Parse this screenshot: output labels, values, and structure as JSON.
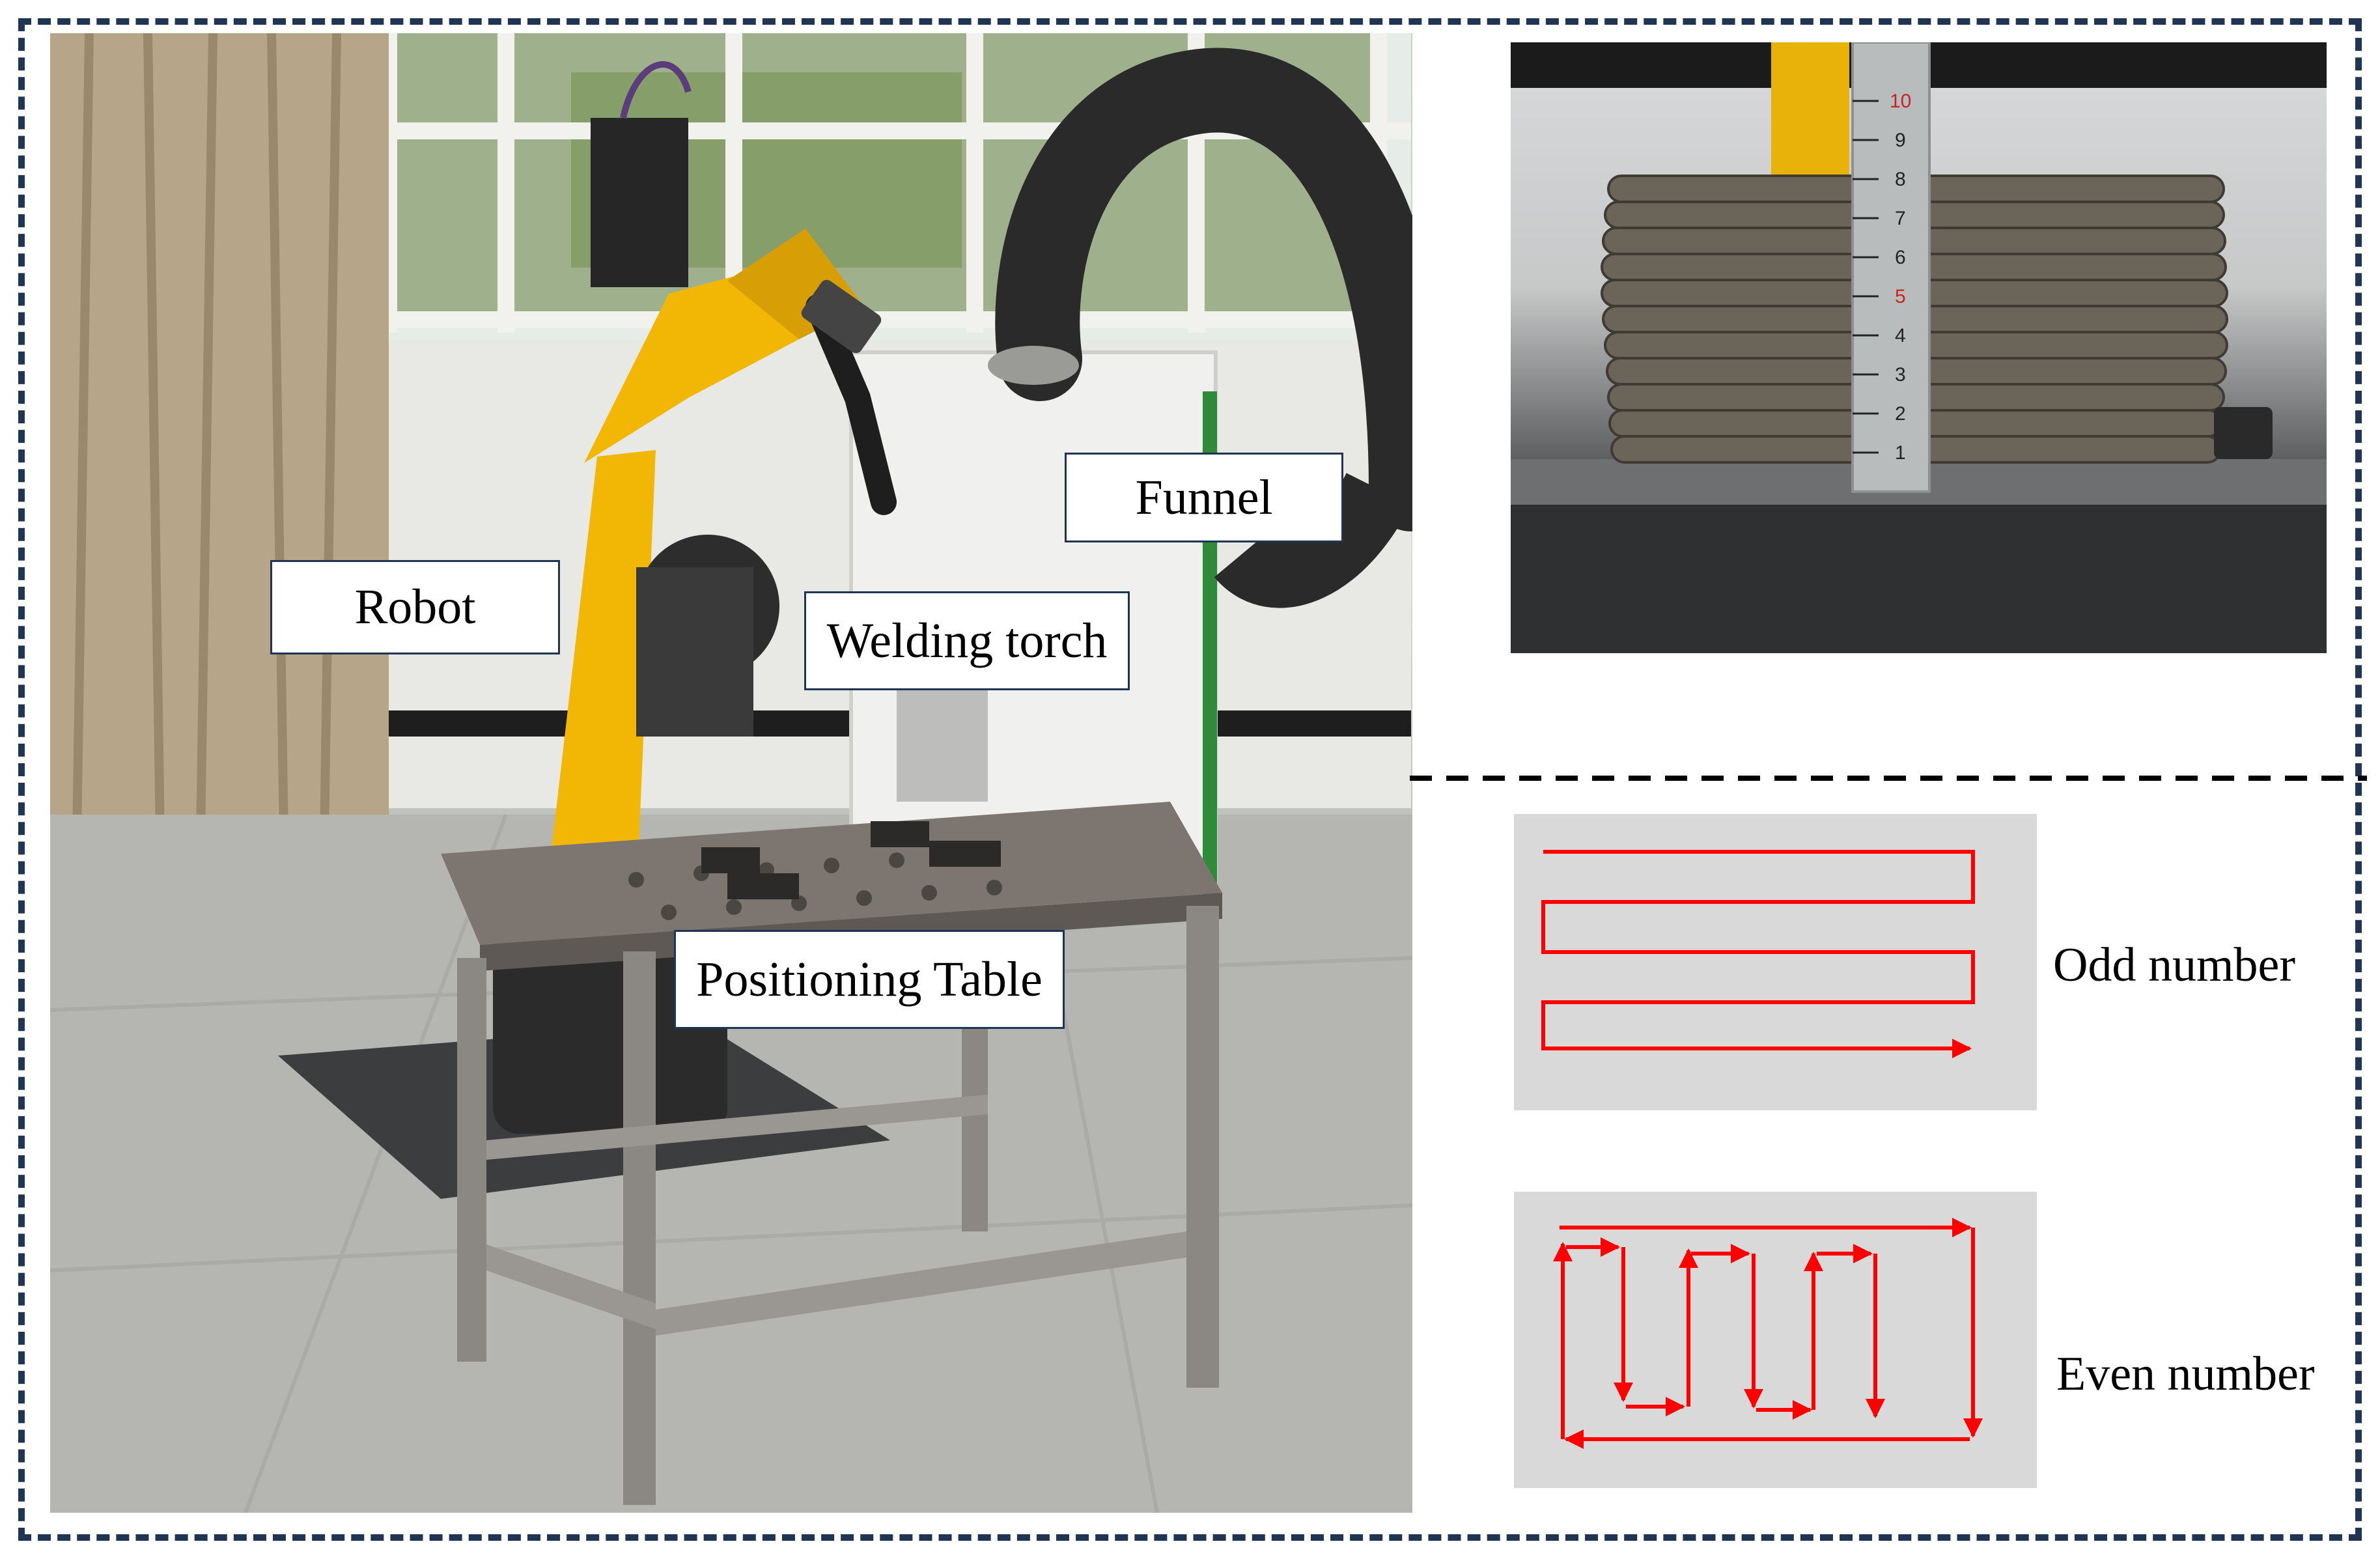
{
  "labels": {
    "robot": "Robot",
    "welding_torch": "Welding torch",
    "funnel": "Funnel",
    "positioning_table": "Positioning Table"
  },
  "ruler_ticks": [
    "1",
    "2",
    "3",
    "4",
    "5",
    "6",
    "7",
    "8",
    "9",
    "10"
  ],
  "path_diagrams": {
    "odd_caption": "Odd number",
    "even_caption": "Even number",
    "path_color": "#ff0000"
  },
  "colors": {
    "frame_border": "#1f3553",
    "robot_yellow": "#f2b705",
    "panel_gray": "#d9d9d9"
  }
}
